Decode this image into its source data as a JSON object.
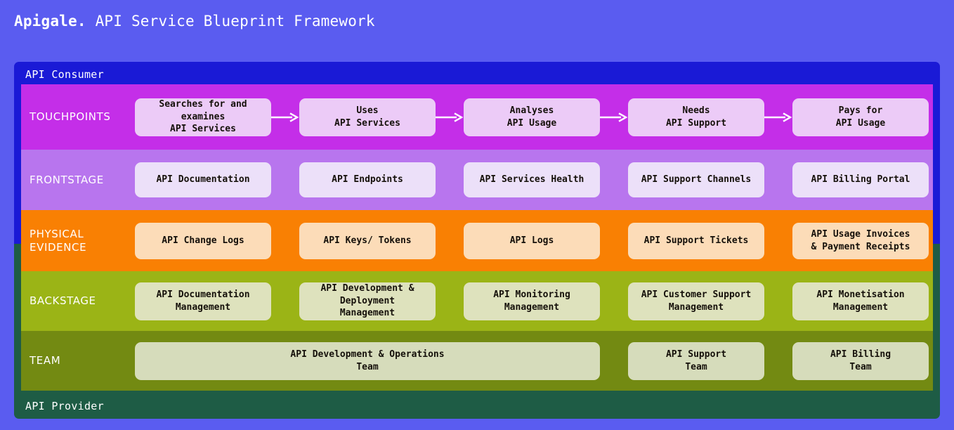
{
  "header": {
    "brand": "Apigale.",
    "title": " API Service Blueprint Framework"
  },
  "frame": {
    "consumer_label": "API Consumer",
    "provider_label": "API Provider",
    "consumer_color": "#1a1ad6",
    "provider_color": "#1e5c45",
    "page_background": "#5a5cf0"
  },
  "rows": [
    {
      "key": "touchpoints",
      "label": "TOUCHPOINTS",
      "band_color": "#c42ee8",
      "card_color": "#eccbf7",
      "has_arrows": true,
      "cards": [
        {
          "text": "Searches for and examines\nAPI Services"
        },
        {
          "text": "Uses\nAPI Services"
        },
        {
          "text": "Analyses\nAPI Usage"
        },
        {
          "text": "Needs\nAPI Support"
        },
        {
          "text": "Pays for\nAPI Usage"
        }
      ]
    },
    {
      "key": "frontstage",
      "label": "FRONTSTAGE",
      "band_color": "#b875ee",
      "card_color": "#ece0f9",
      "has_arrows": false,
      "cards": [
        {
          "text": "API Documentation"
        },
        {
          "text": "API Endpoints"
        },
        {
          "text": "API Services Health"
        },
        {
          "text": "API Support Channels"
        },
        {
          "text": "API Billing Portal"
        }
      ]
    },
    {
      "key": "physical",
      "label": "PHYSICAL\nEVIDENCE",
      "band_color": "#f98003",
      "card_color": "#fcdcb8",
      "has_arrows": false,
      "cards": [
        {
          "text": "API Change Logs"
        },
        {
          "text": "API Keys/ Tokens"
        },
        {
          "text": "API Logs"
        },
        {
          "text": "API Support Tickets"
        },
        {
          "text": "API Usage Invoices\n& Payment Receipts"
        }
      ]
    },
    {
      "key": "backstage",
      "label": "BACKSTAGE",
      "band_color": "#9bb416",
      "card_color": "#dee2bd",
      "has_arrows": false,
      "cards": [
        {
          "text": "API Documentation\nManagement"
        },
        {
          "text": "API Development &\nDeployment\nManagement"
        },
        {
          "text": "API Monitoring\nManagement"
        },
        {
          "text": "API Customer Support\nManagement"
        },
        {
          "text": "API Monetisation\nManagement"
        }
      ]
    },
    {
      "key": "team",
      "label": "TEAM",
      "band_color": "#738a12",
      "card_color": "#d6dcbb",
      "has_arrows": false,
      "cards": [
        {
          "text": "API Development & Operations\nTeam",
          "span": 3
        },
        {
          "text": "API Support\nTeam"
        },
        {
          "text": "API Billing\nTeam"
        }
      ]
    }
  ]
}
